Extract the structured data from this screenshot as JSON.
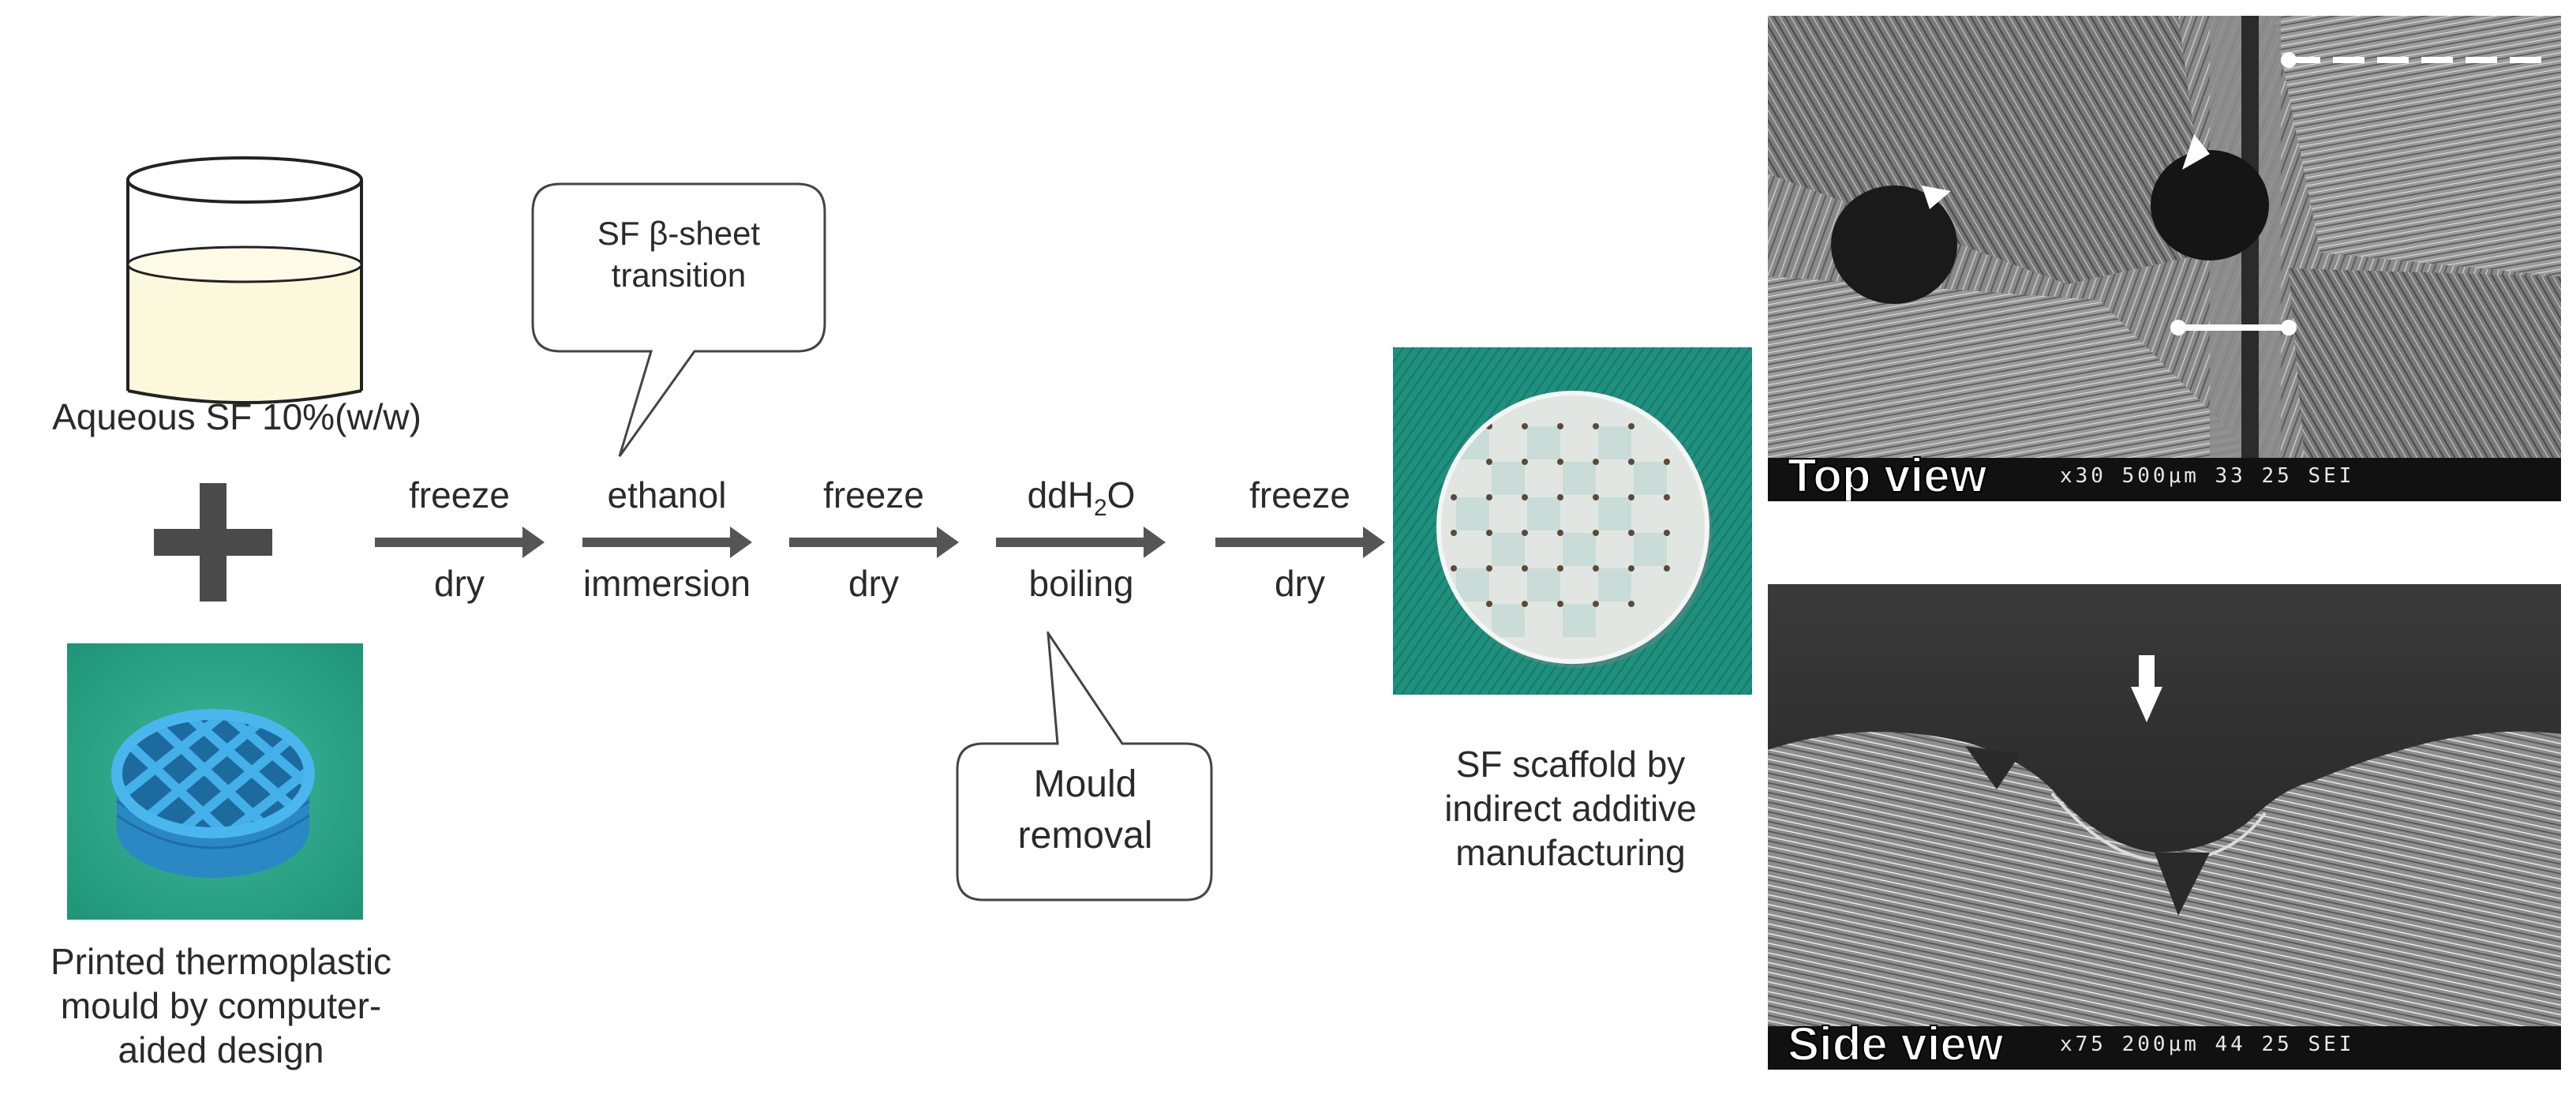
{
  "beaker": {
    "label": "Aqueous SF 10%(w/w)"
  },
  "mould": {
    "label_lines": [
      "Printed thermoplastic",
      "mould by computer-",
      "aided design"
    ]
  },
  "callout_top": {
    "lines": [
      "SF β-sheet",
      "transition"
    ]
  },
  "callout_bottom": {
    "lines": [
      "Mould",
      "removal"
    ]
  },
  "steps": [
    {
      "top": "freeze",
      "bottom": "dry"
    },
    {
      "top": "ethanol",
      "bottom": "immersion"
    },
    {
      "top": "freeze",
      "bottom": "dry"
    },
    {
      "top_main": "ddH",
      "top_sub": "2",
      "top_end": "O",
      "bottom": "boiling"
    },
    {
      "top": "freeze",
      "bottom": "dry"
    }
  ],
  "scaffold": {
    "label_lines": [
      "SF scaffold by",
      "indirect additive",
      "manufacturing"
    ]
  },
  "sem_top": {
    "label": "Top view",
    "info": "x30  500μm     33 25 SEI"
  },
  "sem_side": {
    "label": "Side view",
    "info": "x75  200μm     44 25 SEI"
  },
  "colors": {
    "arrow": "#555555",
    "mould_bg": "#2aa88a",
    "mould_blue": "#2e9bd6",
    "scaffold_bg": "#1f8f7e",
    "sem_dark": "#1c1c1c"
  }
}
